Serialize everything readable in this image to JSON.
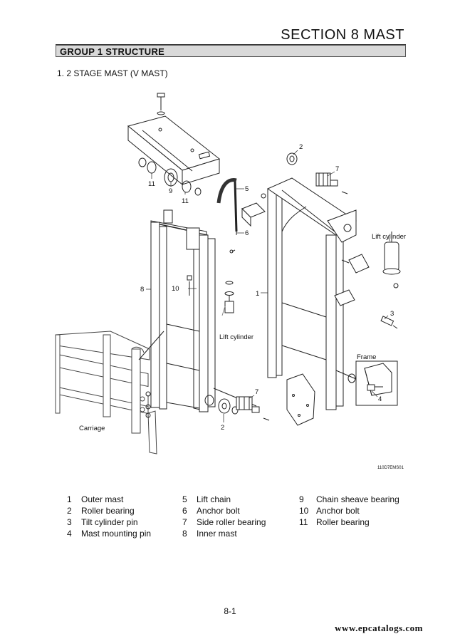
{
  "header": {
    "section_title": "SECTION 8  MAST",
    "group_title": "GROUP  1  STRUCTURE"
  },
  "subheading": "1. 2 STAGE MAST (V MAST)",
  "diagram": {
    "callouts": {
      "c2a": "2",
      "c7a": "7",
      "c5": "5",
      "c6": "6",
      "c9": "9",
      "c11a": "11",
      "c11b": "11",
      "c8": "8",
      "c10": "10",
      "c1": "1",
      "c3": "3",
      "c7b": "7",
      "c2b": "2",
      "c4": "4"
    },
    "labels": {
      "lift_cylinder_top": "Lift cylinder",
      "lift_cylinder_mid": "Lift cylinder",
      "frame": "Frame",
      "carriage": "Carriage",
      "drawing_code": "110D7EMS01"
    }
  },
  "legend": [
    {
      "no": "1",
      "name": "Outer mast"
    },
    {
      "no": "2",
      "name": "Roller bearing"
    },
    {
      "no": "3",
      "name": "Tilt cylinder pin"
    },
    {
      "no": "4",
      "name": "Mast mounting pin"
    },
    {
      "no": "5",
      "name": "Lift chain"
    },
    {
      "no": "6",
      "name": "Anchor bolt"
    },
    {
      "no": "7",
      "name": "Side roller bearing"
    },
    {
      "no": "8",
      "name": "Inner mast"
    },
    {
      "no": "9",
      "name": "Chain sheave bearing"
    },
    {
      "no": "10",
      "name": "Anchor bolt"
    },
    {
      "no": "11",
      "name": "Roller bearing"
    }
  ],
  "footer": {
    "page_number": "8-1",
    "watermark": "www.epcatalogs.com"
  }
}
